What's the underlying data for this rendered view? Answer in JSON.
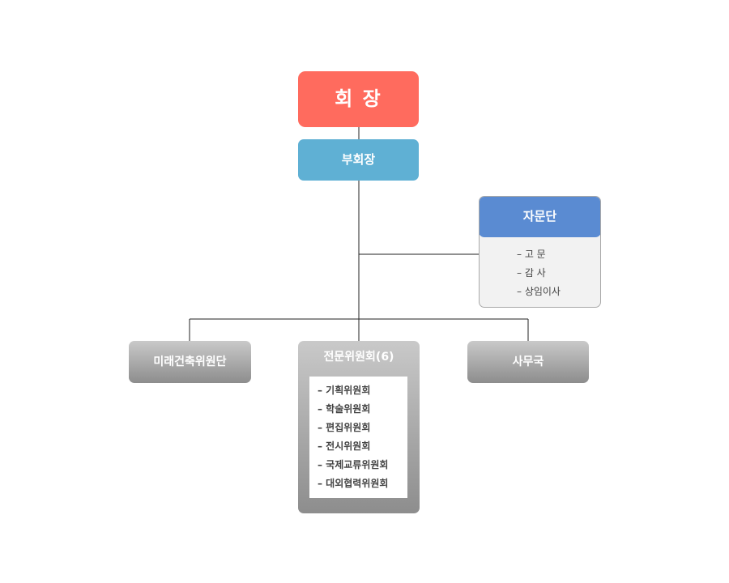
{
  "president": {
    "label": "회 장"
  },
  "vice_president": {
    "label": "부회장"
  },
  "advisory": {
    "title": "자문단",
    "items": [
      "– 고 문",
      "– 감 사",
      "– 상임이사"
    ]
  },
  "future_architecture": {
    "label": "미래건축위원단"
  },
  "expert_committee": {
    "title": "전문위원회(6)",
    "items": [
      "– 기획위원회",
      "– 학술위원회",
      "– 편집위원회",
      "– 전시위원회",
      "– 국제교류위원회",
      "– 대외협력위원회"
    ]
  },
  "secretariat": {
    "label": "사무국"
  },
  "colors": {
    "president": "#ff6b5e",
    "vice_president": "#5fb0d4",
    "advisory": "#5a8bd2",
    "gray_box": "#9a9a9a",
    "line": "#222222"
  }
}
